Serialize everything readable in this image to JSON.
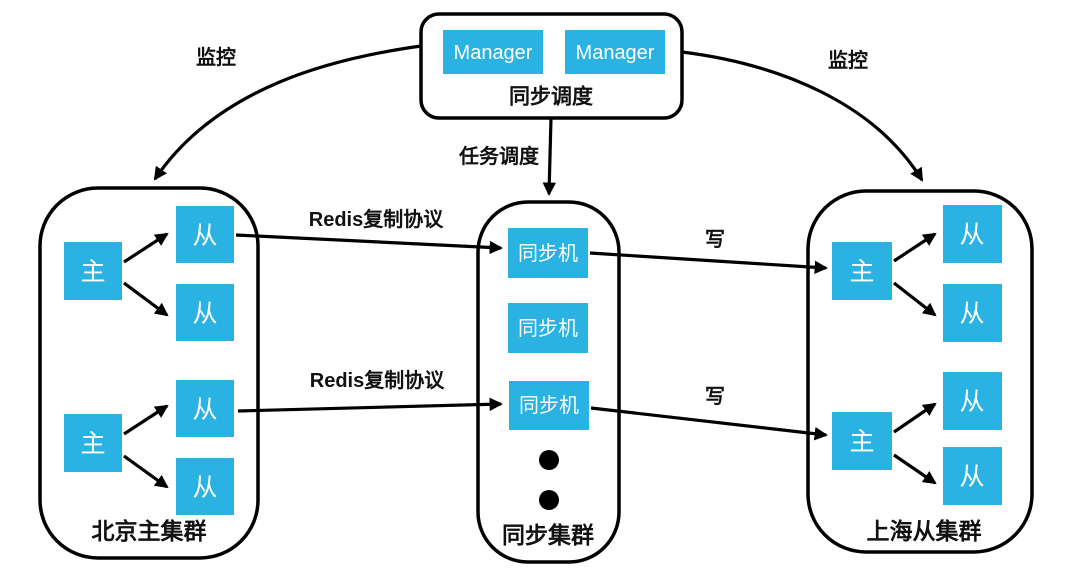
{
  "scheduler": {
    "managers": [
      "Manager",
      "Manager"
    ],
    "label": "同步调度"
  },
  "edges": {
    "monitor_left": "监控",
    "monitor_right": "监控",
    "task_schedule": "任务调度",
    "redis_protocol_top": "Redis复制协议",
    "redis_protocol_bottom": "Redis复制协议",
    "write_top": "写",
    "write_bottom": "写"
  },
  "clusters": {
    "beijing": {
      "label": "北京主集群",
      "groups": [
        {
          "master": "主",
          "slaves": [
            "从",
            "从"
          ]
        },
        {
          "master": "主",
          "slaves": [
            "从",
            "从"
          ]
        }
      ]
    },
    "sync": {
      "label": "同步集群",
      "machines": [
        "同步机",
        "同步机",
        "同步机"
      ]
    },
    "shanghai": {
      "label": "上海从集群",
      "groups": [
        {
          "master": "主",
          "slaves": [
            "从",
            "从"
          ]
        },
        {
          "master": "主",
          "slaves": [
            "从",
            "从"
          ]
        }
      ]
    }
  },
  "colors": {
    "node_fill": "#29B2E2",
    "line": "#000000"
  }
}
